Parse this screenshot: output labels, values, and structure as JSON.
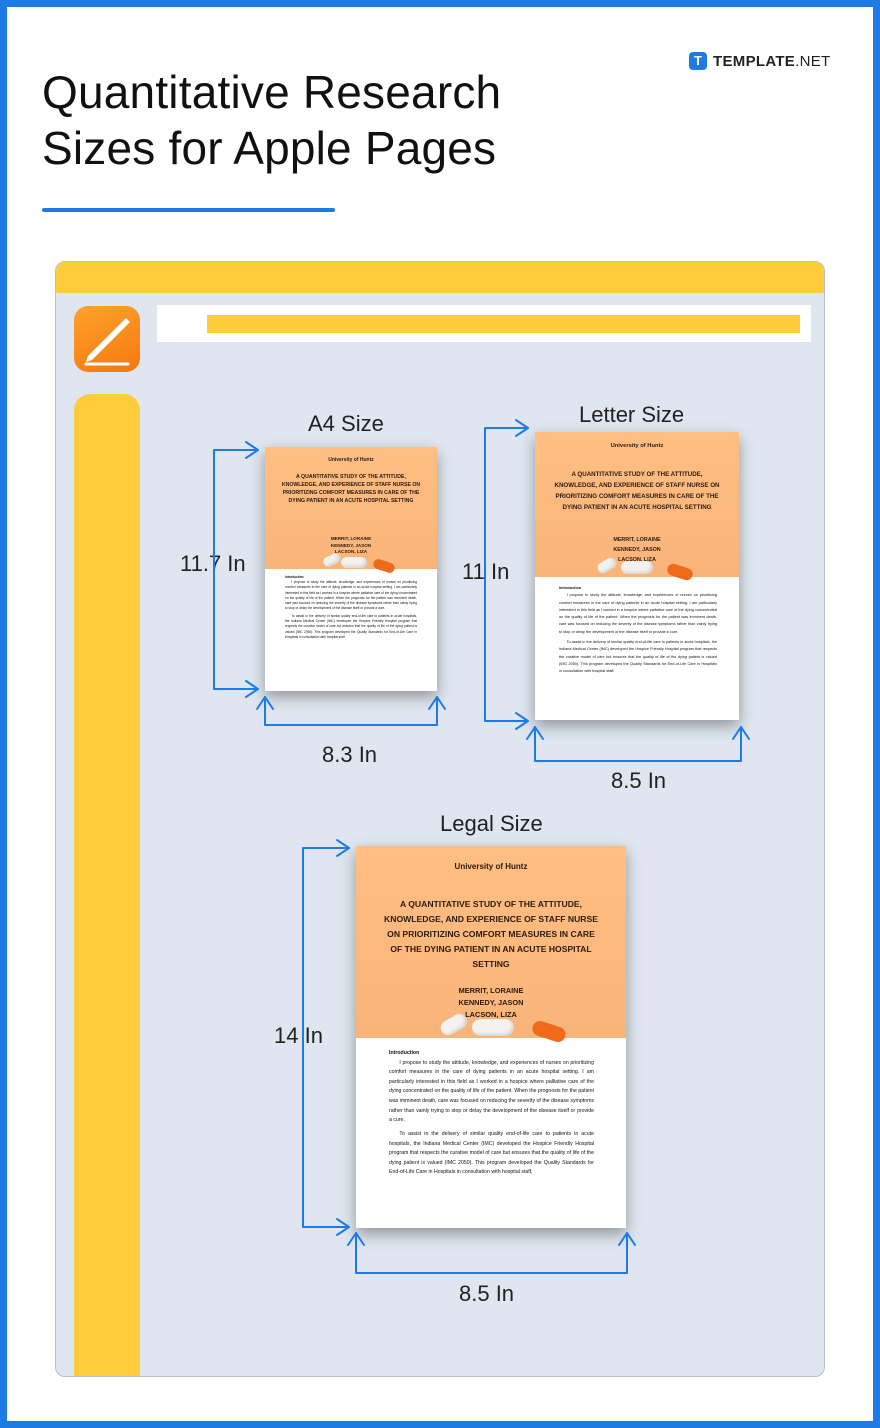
{
  "page": {
    "title": "Quantitative Research Sizes for Apple Pages",
    "brand": {
      "name": "TEMPLATE",
      "suffix": ".NET",
      "mark": "T"
    }
  },
  "icons": {
    "app": "pages-pen-icon",
    "brand": "template-logo-icon"
  },
  "colors": {
    "accent": "#1e7be6",
    "toolbar": "#ffcd3c",
    "cover": "#ffbe82",
    "panel": "#dfe6ef"
  },
  "document": {
    "university": "University of Huntz",
    "title": "A QUANTITATIVE STUDY OF THE ATTITUDE, KNOWLEDGE, AND EXPERIENCE OF STAFF NURSE ON PRIORITIZING COMFORT MEASURES IN CARE OF THE DYING PATIENT IN AN ACUTE HOSPITAL SETTING",
    "authors": [
      "MERRIT, LORAINE",
      "KENNEDY, JASON",
      "LACSON, LIZA"
    ],
    "section": "Introduction",
    "paragraphs": [
      "I propose to study the attitude, knowledge, and experiences of nurses on prioritizing comfort measures in the care of dying patients in an acute hospital setting. I am particularly interested in this field as I worked in a hospice where palliative care of the dying concentrated on the quality of life of the patient. When the prognosis for the patient was imminent death, care was focused on reducing the severity of the disease symptoms rather than vainly trying to stop or delay the development of the disease itself or provide a cure.",
      "To assist in the delivery of similar quality end-of-life care to patients in acute hospitals, the Indiana Medical Center (IMC) developed the Hospice Friendly Hospital program that respects the curative model of care but ensures that the quality of life of the dying patient is valued (IMC 2050). This program developed the Quality Standards for End-of-Life Care in Hospitals in consultation with hospital staff,"
    ]
  },
  "sizes": [
    {
      "id": "a4",
      "name": "A4 Size",
      "height": "11.7 In",
      "width": "8.3 In"
    },
    {
      "id": "letter",
      "name": "Letter Size",
      "height": "11 In",
      "width": "8.5 In"
    },
    {
      "id": "legal",
      "name": "Legal Size",
      "height": "14 In",
      "width": "8.5 In"
    }
  ]
}
